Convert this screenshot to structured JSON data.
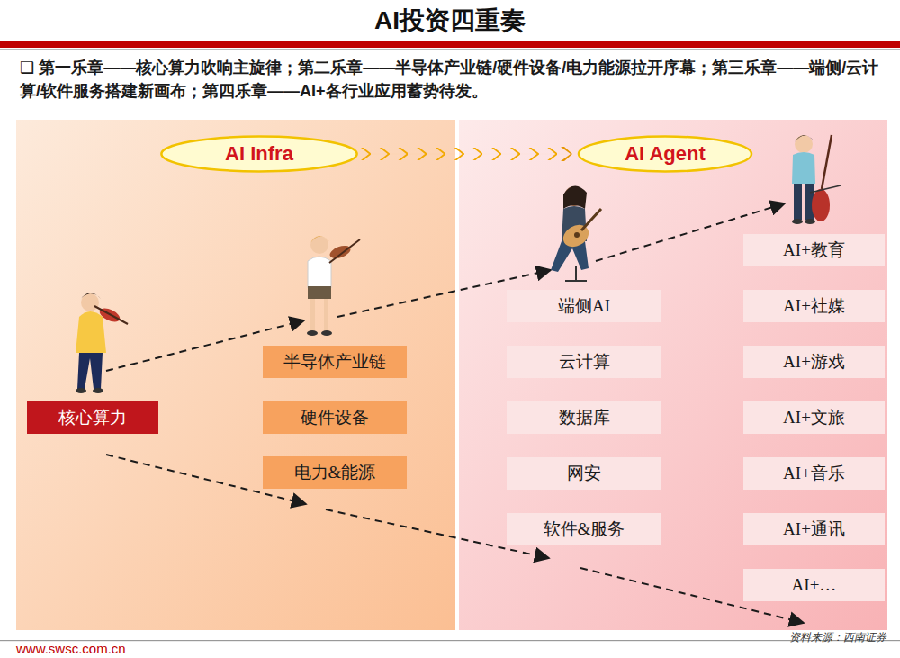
{
  "diagram": {
    "title": "AI投资四重奏",
    "nodes": [
      {
        "text": [
          "AI Infra"
        ]
      },
      {
        "text": [
          "AI Agent"
        ]
      },
      {
        "text": [
          "核心算力"
        ]
      },
      {
        "text": [
          "半导体产业链"
        ]
      },
      {
        "text": [
          "硬件设备"
        ]
      },
      {
        "text": [
          "电力&能源"
        ]
      },
      {
        "text": [
          "端侧AI"
        ]
      },
      {
        "text": [
          "云计算"
        ]
      },
      {
        "text": [
          "数据库"
        ]
      },
      {
        "text": [
          "网安"
        ]
      },
      {
        "text": [
          "软件&服务"
        ]
      },
      {
        "text": [
          "AI+教育"
        ]
      },
      {
        "text": [
          "AI+社媒"
        ]
      },
      {
        "text": [
          "AI+游戏"
        ]
      },
      {
        "text": [
          "AI+文旅"
        ]
      },
      {
        "text": [
          "AI+音乐"
        ]
      },
      {
        "text": [
          "AI+通讯"
        ]
      },
      {
        "text": [
          "AI+…"
        ]
      }
    ],
    "edges": [
      {
        "from": 0,
        "to": 1,
        "arrow": "to"
      }
    ],
    "labels": [
      "❑ 第一乐章——核心算力吹响主旋律；第二乐章——半导体产业链/硬件设备/电力能源拉开序幕；第三乐章——端侧/云计算/软件服务搭建新画布；第四乐章——AI+各行业应用蓄势待发。",
      "www.swsc.com.cn",
      "资料来源：西南证券"
    ]
  }
}
